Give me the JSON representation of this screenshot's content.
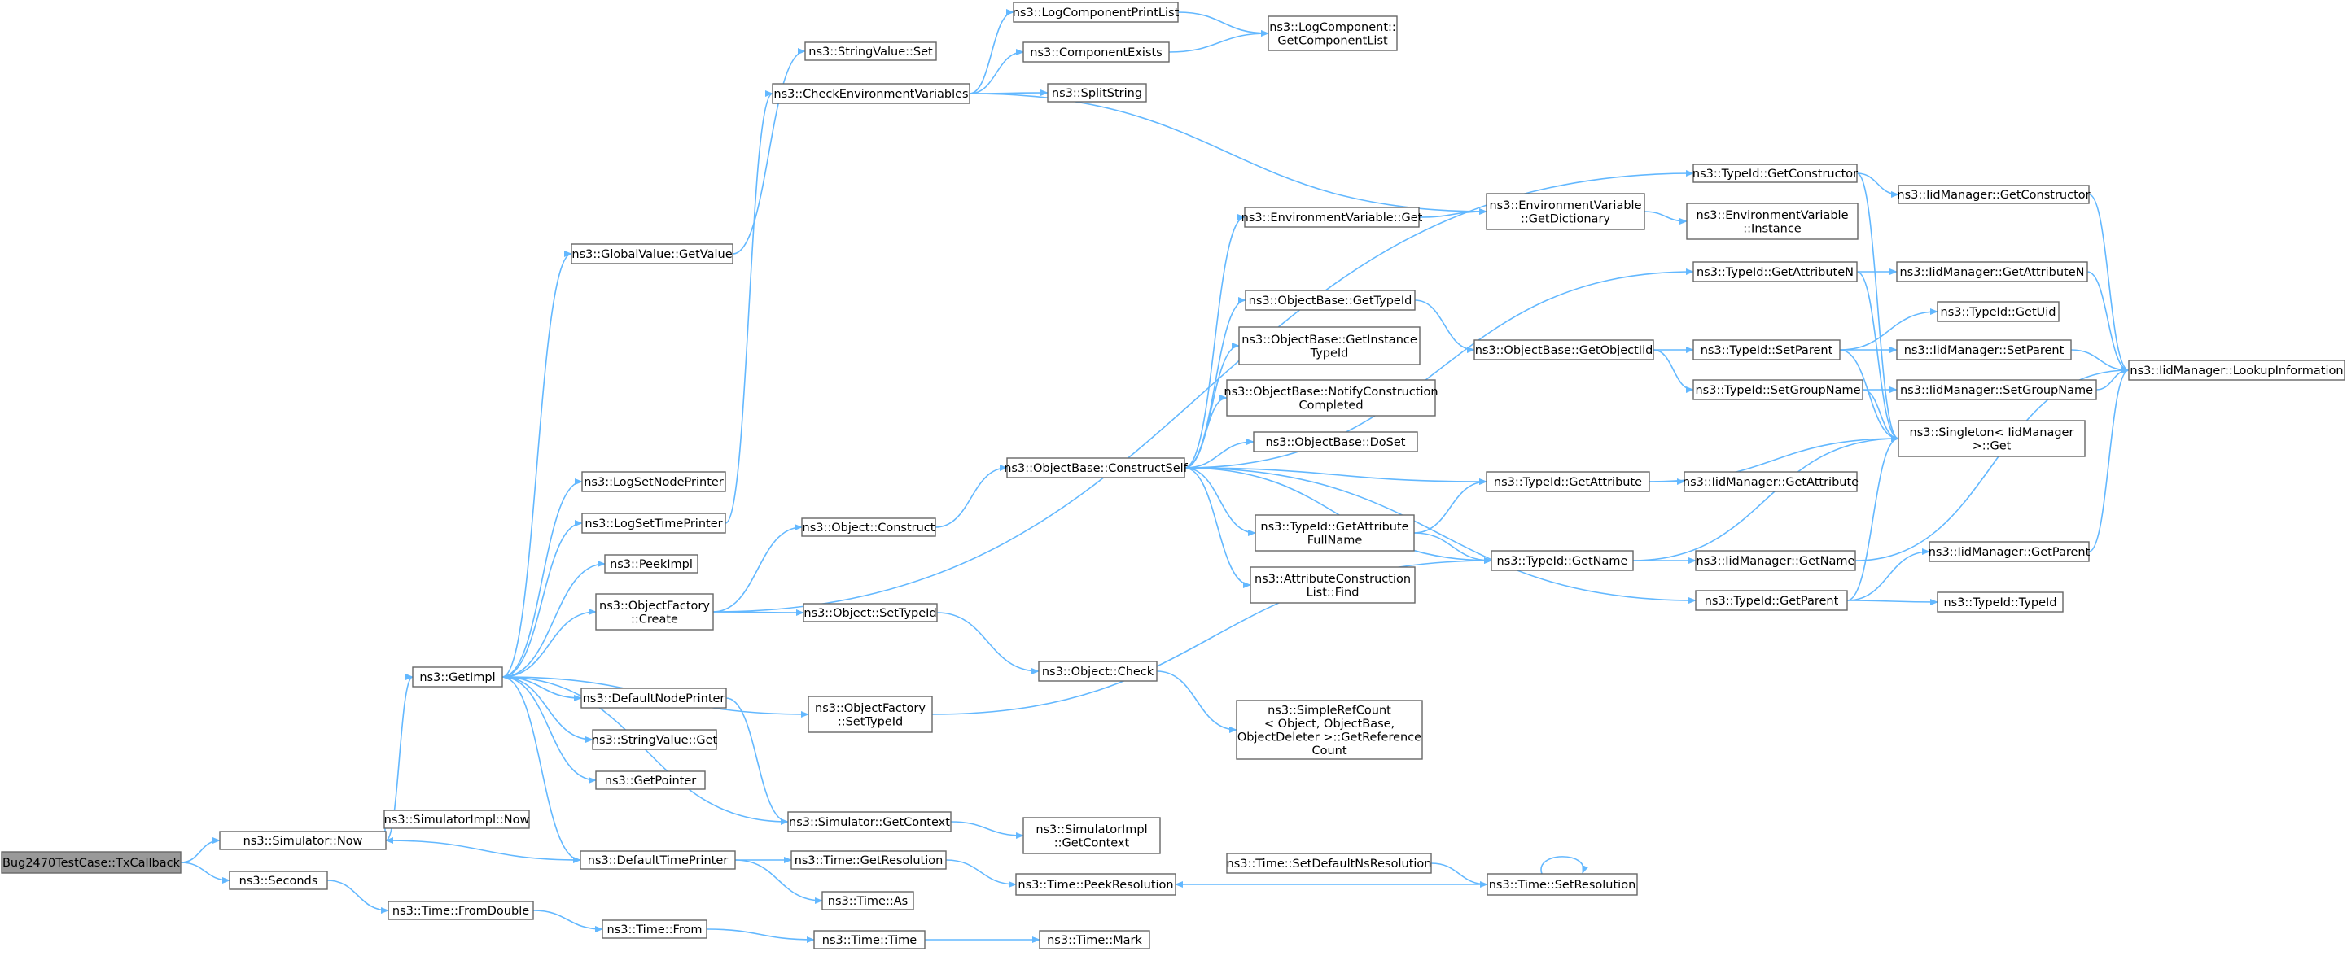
{
  "diagram": {
    "type": "call-graph",
    "nodes": [
      {
        "id": "txcb",
        "lines": [
          "Bug2470TestCase::TxCallback"
        ],
        "root": true
      },
      {
        "id": "simnow",
        "lines": [
          "ns3::Simulator::Now"
        ]
      },
      {
        "id": "seconds",
        "lines": [
          "ns3::Seconds"
        ]
      },
      {
        "id": "getimpl",
        "lines": [
          "ns3::GetImpl"
        ]
      },
      {
        "id": "simimplnow",
        "lines": [
          "ns3::SimulatorImpl::Now"
        ]
      },
      {
        "id": "fromdouble",
        "lines": [
          "ns3::Time::FromDouble"
        ]
      },
      {
        "id": "timefrom",
        "lines": [
          "ns3::Time::From"
        ]
      },
      {
        "id": "timetime",
        "lines": [
          "ns3::Time::Time"
        ]
      },
      {
        "id": "timemark",
        "lines": [
          "ns3::Time::Mark"
        ]
      },
      {
        "id": "gvgetvalue",
        "lines": [
          "ns3::GlobalValue::GetValue"
        ]
      },
      {
        "id": "svset",
        "lines": [
          "ns3::StringValue::Set"
        ]
      },
      {
        "id": "checkenv",
        "lines": [
          "ns3::CheckEnvironmentVariables"
        ]
      },
      {
        "id": "lcprintlist",
        "lines": [
          "ns3::LogComponentPrintList"
        ]
      },
      {
        "id": "compexists",
        "lines": [
          "ns3::ComponentExists"
        ]
      },
      {
        "id": "splitstring",
        "lines": [
          "ns3::SplitString"
        ]
      },
      {
        "id": "lcgetlist",
        "lines": [
          "ns3::LogComponent::",
          "GetComponentList"
        ]
      },
      {
        "id": "tidgetconstructor",
        "lines": [
          "ns3::TypeId::GetConstructor"
        ]
      },
      {
        "id": "iidgetconstructor",
        "lines": [
          "ns3::IidManager::GetConstructor"
        ]
      },
      {
        "id": "envget",
        "lines": [
          "ns3::EnvironmentVariable::Get"
        ]
      },
      {
        "id": "envgetdict",
        "lines": [
          "ns3::EnvironmentVariable",
          "::GetDictionary"
        ]
      },
      {
        "id": "envinstance",
        "lines": [
          "ns3::EnvironmentVariable",
          "::Instance"
        ]
      },
      {
        "id": "tidgetattrn",
        "lines": [
          "ns3::TypeId::GetAttributeN"
        ]
      },
      {
        "id": "iidgetattrn",
        "lines": [
          "ns3::IidManager::GetAttributeN"
        ]
      },
      {
        "id": "obgettypeid",
        "lines": [
          "ns3::ObjectBase::GetTypeId"
        ]
      },
      {
        "id": "obgetobjectiid",
        "lines": [
          "ns3::ObjectBase::GetObjectIid"
        ]
      },
      {
        "id": "tidsetparent",
        "lines": [
          "ns3::TypeId::SetParent"
        ]
      },
      {
        "id": "tidgetuid",
        "lines": [
          "ns3::TypeId::GetUid"
        ]
      },
      {
        "id": "iidsetparent",
        "lines": [
          "ns3::IidManager::SetParent"
        ]
      },
      {
        "id": "iidlookup",
        "lines": [
          "ns3::IidManager::LookupInformation"
        ]
      },
      {
        "id": "obgetinstance",
        "lines": [
          "ns3::ObjectBase::GetInstance",
          "TypeId"
        ]
      },
      {
        "id": "tidsetgroup",
        "lines": [
          "ns3::TypeId::SetGroupName"
        ]
      },
      {
        "id": "iidsetgroup",
        "lines": [
          "ns3::IidManager::SetGroupName"
        ]
      },
      {
        "id": "obnotify",
        "lines": [
          "ns3::ObjectBase::NotifyConstruction",
          "Completed"
        ]
      },
      {
        "id": "singleton",
        "lines": [
          "ns3::Singleton< IidManager",
          ">::Get"
        ]
      },
      {
        "id": "obdoset",
        "lines": [
          "ns3::ObjectBase::DoSet"
        ]
      },
      {
        "id": "logsetnode",
        "lines": [
          "ns3::LogSetNodePrinter"
        ]
      },
      {
        "id": "obconstructself",
        "lines": [
          "ns3::ObjectBase::ConstructSelf"
        ]
      },
      {
        "id": "tidgetattr",
        "lines": [
          "ns3::TypeId::GetAttribute"
        ]
      },
      {
        "id": "iidgetattr",
        "lines": [
          "ns3::IidManager::GetAttribute"
        ]
      },
      {
        "id": "logsettime",
        "lines": [
          "ns3::LogSetTimePrinter"
        ]
      },
      {
        "id": "objconstruct",
        "lines": [
          "ns3::Object::Construct"
        ]
      },
      {
        "id": "tidgetattrfull",
        "lines": [
          "ns3::TypeId::GetAttribute",
          "FullName"
        ]
      },
      {
        "id": "peekimpl",
        "lines": [
          "ns3::PeekImpl"
        ]
      },
      {
        "id": "tidgetname",
        "lines": [
          "ns3::TypeId::GetName"
        ]
      },
      {
        "id": "iidgetname",
        "lines": [
          "ns3::IidManager::GetName"
        ]
      },
      {
        "id": "iidgetparent",
        "lines": [
          "ns3::IidManager::GetParent"
        ]
      },
      {
        "id": "attrcfind",
        "lines": [
          "ns3::AttributeConstruction",
          "List::Find"
        ]
      },
      {
        "id": "ofcreate",
        "lines": [
          "ns3::ObjectFactory",
          "::Create"
        ]
      },
      {
        "id": "tidgetparent",
        "lines": [
          "ns3::TypeId::GetParent"
        ]
      },
      {
        "id": "tidtypeid",
        "lines": [
          "ns3::TypeId::TypeId"
        ]
      },
      {
        "id": "objsettypeid",
        "lines": [
          "ns3::Object::SetTypeId"
        ]
      },
      {
        "id": "objcheck",
        "lines": [
          "ns3::Object::Check"
        ]
      },
      {
        "id": "defnodeprinter",
        "lines": [
          "ns3::DefaultNodePrinter"
        ]
      },
      {
        "id": "ofsettypeid",
        "lines": [
          "ns3::ObjectFactory",
          "::SetTypeId"
        ]
      },
      {
        "id": "simplerefcount",
        "lines": [
          "ns3::SimpleRefCount",
          "< Object, ObjectBase,",
          "ObjectDeleter >::GetReference",
          "Count"
        ]
      },
      {
        "id": "svget",
        "lines": [
          "ns3::StringValue::Get"
        ]
      },
      {
        "id": "getpointer",
        "lines": [
          "ns3::GetPointer"
        ]
      },
      {
        "id": "simgetcontext",
        "lines": [
          "ns3::Simulator::GetContext"
        ]
      },
      {
        "id": "simimplgetcontext",
        "lines": [
          "ns3::SimulatorImpl",
          "::GetContext"
        ]
      },
      {
        "id": "deftimeprinter",
        "lines": [
          "ns3::DefaultTimePrinter"
        ]
      },
      {
        "id": "timegetres",
        "lines": [
          "ns3::Time::GetResolution"
        ]
      },
      {
        "id": "timesetdefres",
        "lines": [
          "ns3::Time::SetDefaultNsResolution"
        ]
      },
      {
        "id": "timepeekres",
        "lines": [
          "ns3::Time::PeekResolution"
        ]
      },
      {
        "id": "timesetres",
        "lines": [
          "ns3::Time::SetResolution"
        ]
      },
      {
        "id": "timeas",
        "lines": [
          "ns3::Time::As"
        ]
      }
    ],
    "edges": [
      [
        "txcb",
        "simnow"
      ],
      [
        "txcb",
        "seconds"
      ],
      [
        "simnow",
        "getimpl"
      ],
      [
        "simnow",
        "simimplnow"
      ],
      [
        "seconds",
        "fromdouble"
      ],
      [
        "fromdouble",
        "timefrom"
      ],
      [
        "timefrom",
        "timetime"
      ],
      [
        "timetime",
        "timemark"
      ],
      [
        "getimpl",
        "gvgetvalue"
      ],
      [
        "getimpl",
        "logsetnode"
      ],
      [
        "getimpl",
        "logsettime"
      ],
      [
        "getimpl",
        "peekimpl"
      ],
      [
        "getimpl",
        "ofcreate"
      ],
      [
        "getimpl",
        "defnodeprinter"
      ],
      [
        "getimpl",
        "svget"
      ],
      [
        "getimpl",
        "getpointer"
      ],
      [
        "getimpl",
        "deftimeprinter"
      ],
      [
        "getimpl",
        "ofsettypeid"
      ],
      [
        "gvgetvalue",
        "svset"
      ],
      [
        "logsettime",
        "checkenv"
      ],
      [
        "checkenv",
        "lcprintlist"
      ],
      [
        "checkenv",
        "compexists"
      ],
      [
        "checkenv",
        "splitstring"
      ],
      [
        "checkenv",
        "envgetdict"
      ],
      [
        "lcprintlist",
        "lcgetlist"
      ],
      [
        "compexists",
        "lcgetlist"
      ],
      [
        "ofcreate",
        "tidgetconstructor"
      ],
      [
        "ofcreate",
        "objconstruct"
      ],
      [
        "ofcreate",
        "objsettypeid"
      ],
      [
        "objconstruct",
        "obconstructself"
      ],
      [
        "objsettypeid",
        "objcheck"
      ],
      [
        "objcheck",
        "simplerefcount"
      ],
      [
        "ofsettypeid",
        "tidgetname"
      ],
      [
        "obconstructself",
        "envget"
      ],
      [
        "obconstructself",
        "tidgetattrn"
      ],
      [
        "obconstructself",
        "obgettypeid"
      ],
      [
        "obconstructself",
        "obgetinstance"
      ],
      [
        "obconstructself",
        "obnotify"
      ],
      [
        "obconstructself",
        "obdoset"
      ],
      [
        "obconstructself",
        "tidgetattr"
      ],
      [
        "obconstructself",
        "tidgetattrfull"
      ],
      [
        "obconstructself",
        "attrcfind"
      ],
      [
        "obconstructself",
        "tidgetname"
      ],
      [
        "obconstructself",
        "tidgetparent"
      ],
      [
        "envget",
        "envgetdict"
      ],
      [
        "envgetdict",
        "envinstance"
      ],
      [
        "tidgetconstructor",
        "iidgetconstructor"
      ],
      [
        "tidgetconstructor",
        "singleton"
      ],
      [
        "iidgetconstructor",
        "iidlookup"
      ],
      [
        "tidgetattrn",
        "iidgetattrn"
      ],
      [
        "tidgetattrn",
        "singleton"
      ],
      [
        "iidgetattrn",
        "iidlookup"
      ],
      [
        "obgettypeid",
        "obgetobjectiid"
      ],
      [
        "obgetobjectiid",
        "tidsetparent"
      ],
      [
        "obgetobjectiid",
        "tidsetgroup"
      ],
      [
        "tidsetparent",
        "tidgetuid"
      ],
      [
        "tidsetparent",
        "iidsetparent"
      ],
      [
        "tidsetparent",
        "singleton"
      ],
      [
        "iidsetparent",
        "iidlookup"
      ],
      [
        "tidsetgroup",
        "iidsetgroup"
      ],
      [
        "tidsetgroup",
        "singleton"
      ],
      [
        "iidsetgroup",
        "iidlookup"
      ],
      [
        "tidgetattr",
        "iidgetattr"
      ],
      [
        "tidgetattr",
        "singleton"
      ],
      [
        "tidgetattrfull",
        "tidgetattr"
      ],
      [
        "tidgetattrfull",
        "tidgetname"
      ],
      [
        "tidgetname",
        "iidgetname"
      ],
      [
        "tidgetname",
        "singleton"
      ],
      [
        "iidgetname",
        "iidlookup"
      ],
      [
        "tidgetparent",
        "iidgetparent"
      ],
      [
        "tidgetparent",
        "tidtypeid"
      ],
      [
        "tidgetparent",
        "singleton"
      ],
      [
        "iidgetparent",
        "iidlookup"
      ],
      [
        "defnodeprinter",
        "simgetcontext"
      ],
      [
        "simgetcontext",
        "getimpl"
      ],
      [
        "simgetcontext",
        "simimplgetcontext"
      ],
      [
        "deftimeprinter",
        "simnow"
      ],
      [
        "deftimeprinter",
        "timegetres"
      ],
      [
        "deftimeprinter",
        "timeas"
      ],
      [
        "timegetres",
        "timepeekres"
      ],
      [
        "timesetdefres",
        "timesetres"
      ],
      [
        "timesetres",
        "timepeekres"
      ],
      [
        "timesetres",
        "timesetres"
      ]
    ]
  }
}
